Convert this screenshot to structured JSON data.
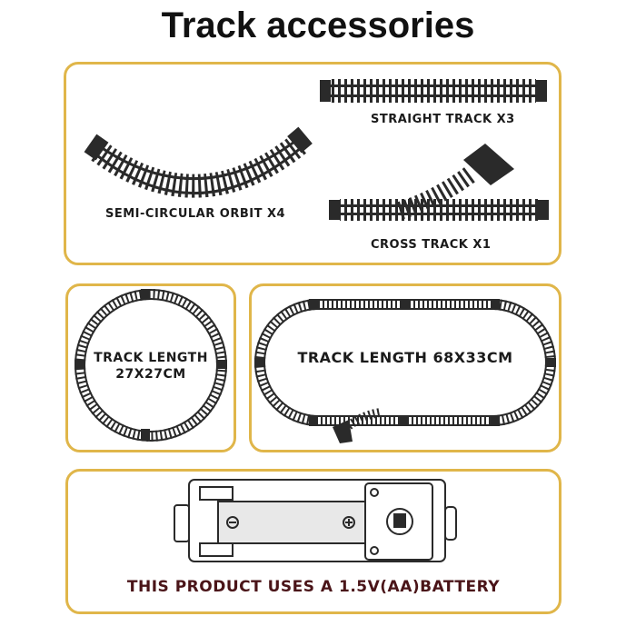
{
  "title": "Track accessories",
  "items": {
    "straight": "STRAIGHT TRACK X3",
    "semi": "SEMI-CIRCULAR ORBIT X4",
    "cross": "CROSS TRACK X1"
  },
  "layouts": {
    "circle_line1": "TRACK LENGTH",
    "circle_line2": "27X27CM",
    "oval": "TRACK LENGTH 68X33CM"
  },
  "battery": "THIS PRODUCT USES A 1.5V(AA)BATTERY",
  "colors": {
    "accent": "#e0b64a",
    "track": "#2a2a2a",
    "battery_text": "#4a1418"
  }
}
